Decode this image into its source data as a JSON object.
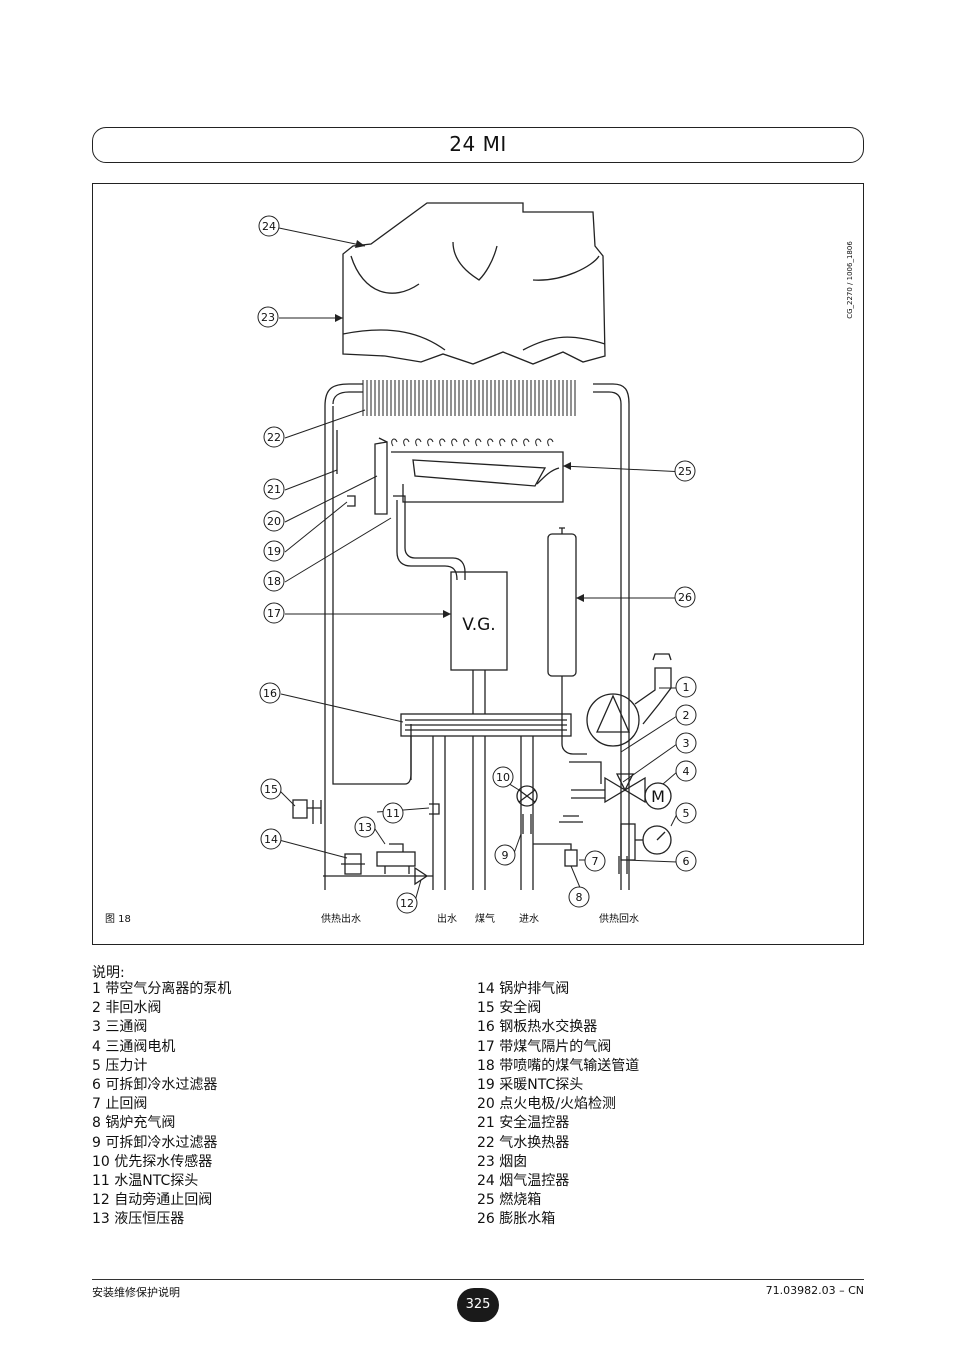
{
  "title": "24 MI",
  "diagram": {
    "code": "CG_2270 / 1006_1806",
    "figure_label": "图 18",
    "valve_label": "V.G.",
    "motor_label": "M",
    "bottom_labels": [
      "供热出水",
      "出水",
      "煤气",
      "进水",
      "供热回水"
    ],
    "callouts": [
      "1",
      "2",
      "3",
      "4",
      "5",
      "6",
      "7",
      "8",
      "9",
      "10",
      "11",
      "12",
      "13",
      "14",
      "15",
      "16",
      "17",
      "18",
      "19",
      "20",
      "21",
      "22",
      "23",
      "24",
      "25",
      "26"
    ]
  },
  "legend": {
    "heading": "说明:",
    "left": [
      "1 带空气分离器的泵机",
      "2 非回水阀",
      "3 三通阀",
      "4 三通阀电机",
      "5 压力计",
      "6 可拆卸冷水过滤器",
      "7 止回阀",
      "8 锅炉充气阀",
      "9 可拆卸冷水过滤器",
      "10 优先探水传感器",
      "11 水温NTC探头",
      "12 自动旁通止回阀",
      "13 液压恒压器"
    ],
    "right": [
      "14 锅炉排气阀",
      "15 安全阀",
      "16 钢板热水交换器",
      "17 带煤气隔片的气阀",
      "18 带喷嘴的煤气输送管道",
      "19 采暖NTC探头",
      "20 点火电极/火焰检测",
      "21 安全温控器",
      "22 气水换热器",
      "23 烟囱",
      "24 烟气温控器",
      "25 燃烧箱",
      "26 膨胀水箱"
    ]
  },
  "footer": {
    "left": "安装维修保护说明",
    "page": "325",
    "right": "71.03982.03 – CN"
  }
}
